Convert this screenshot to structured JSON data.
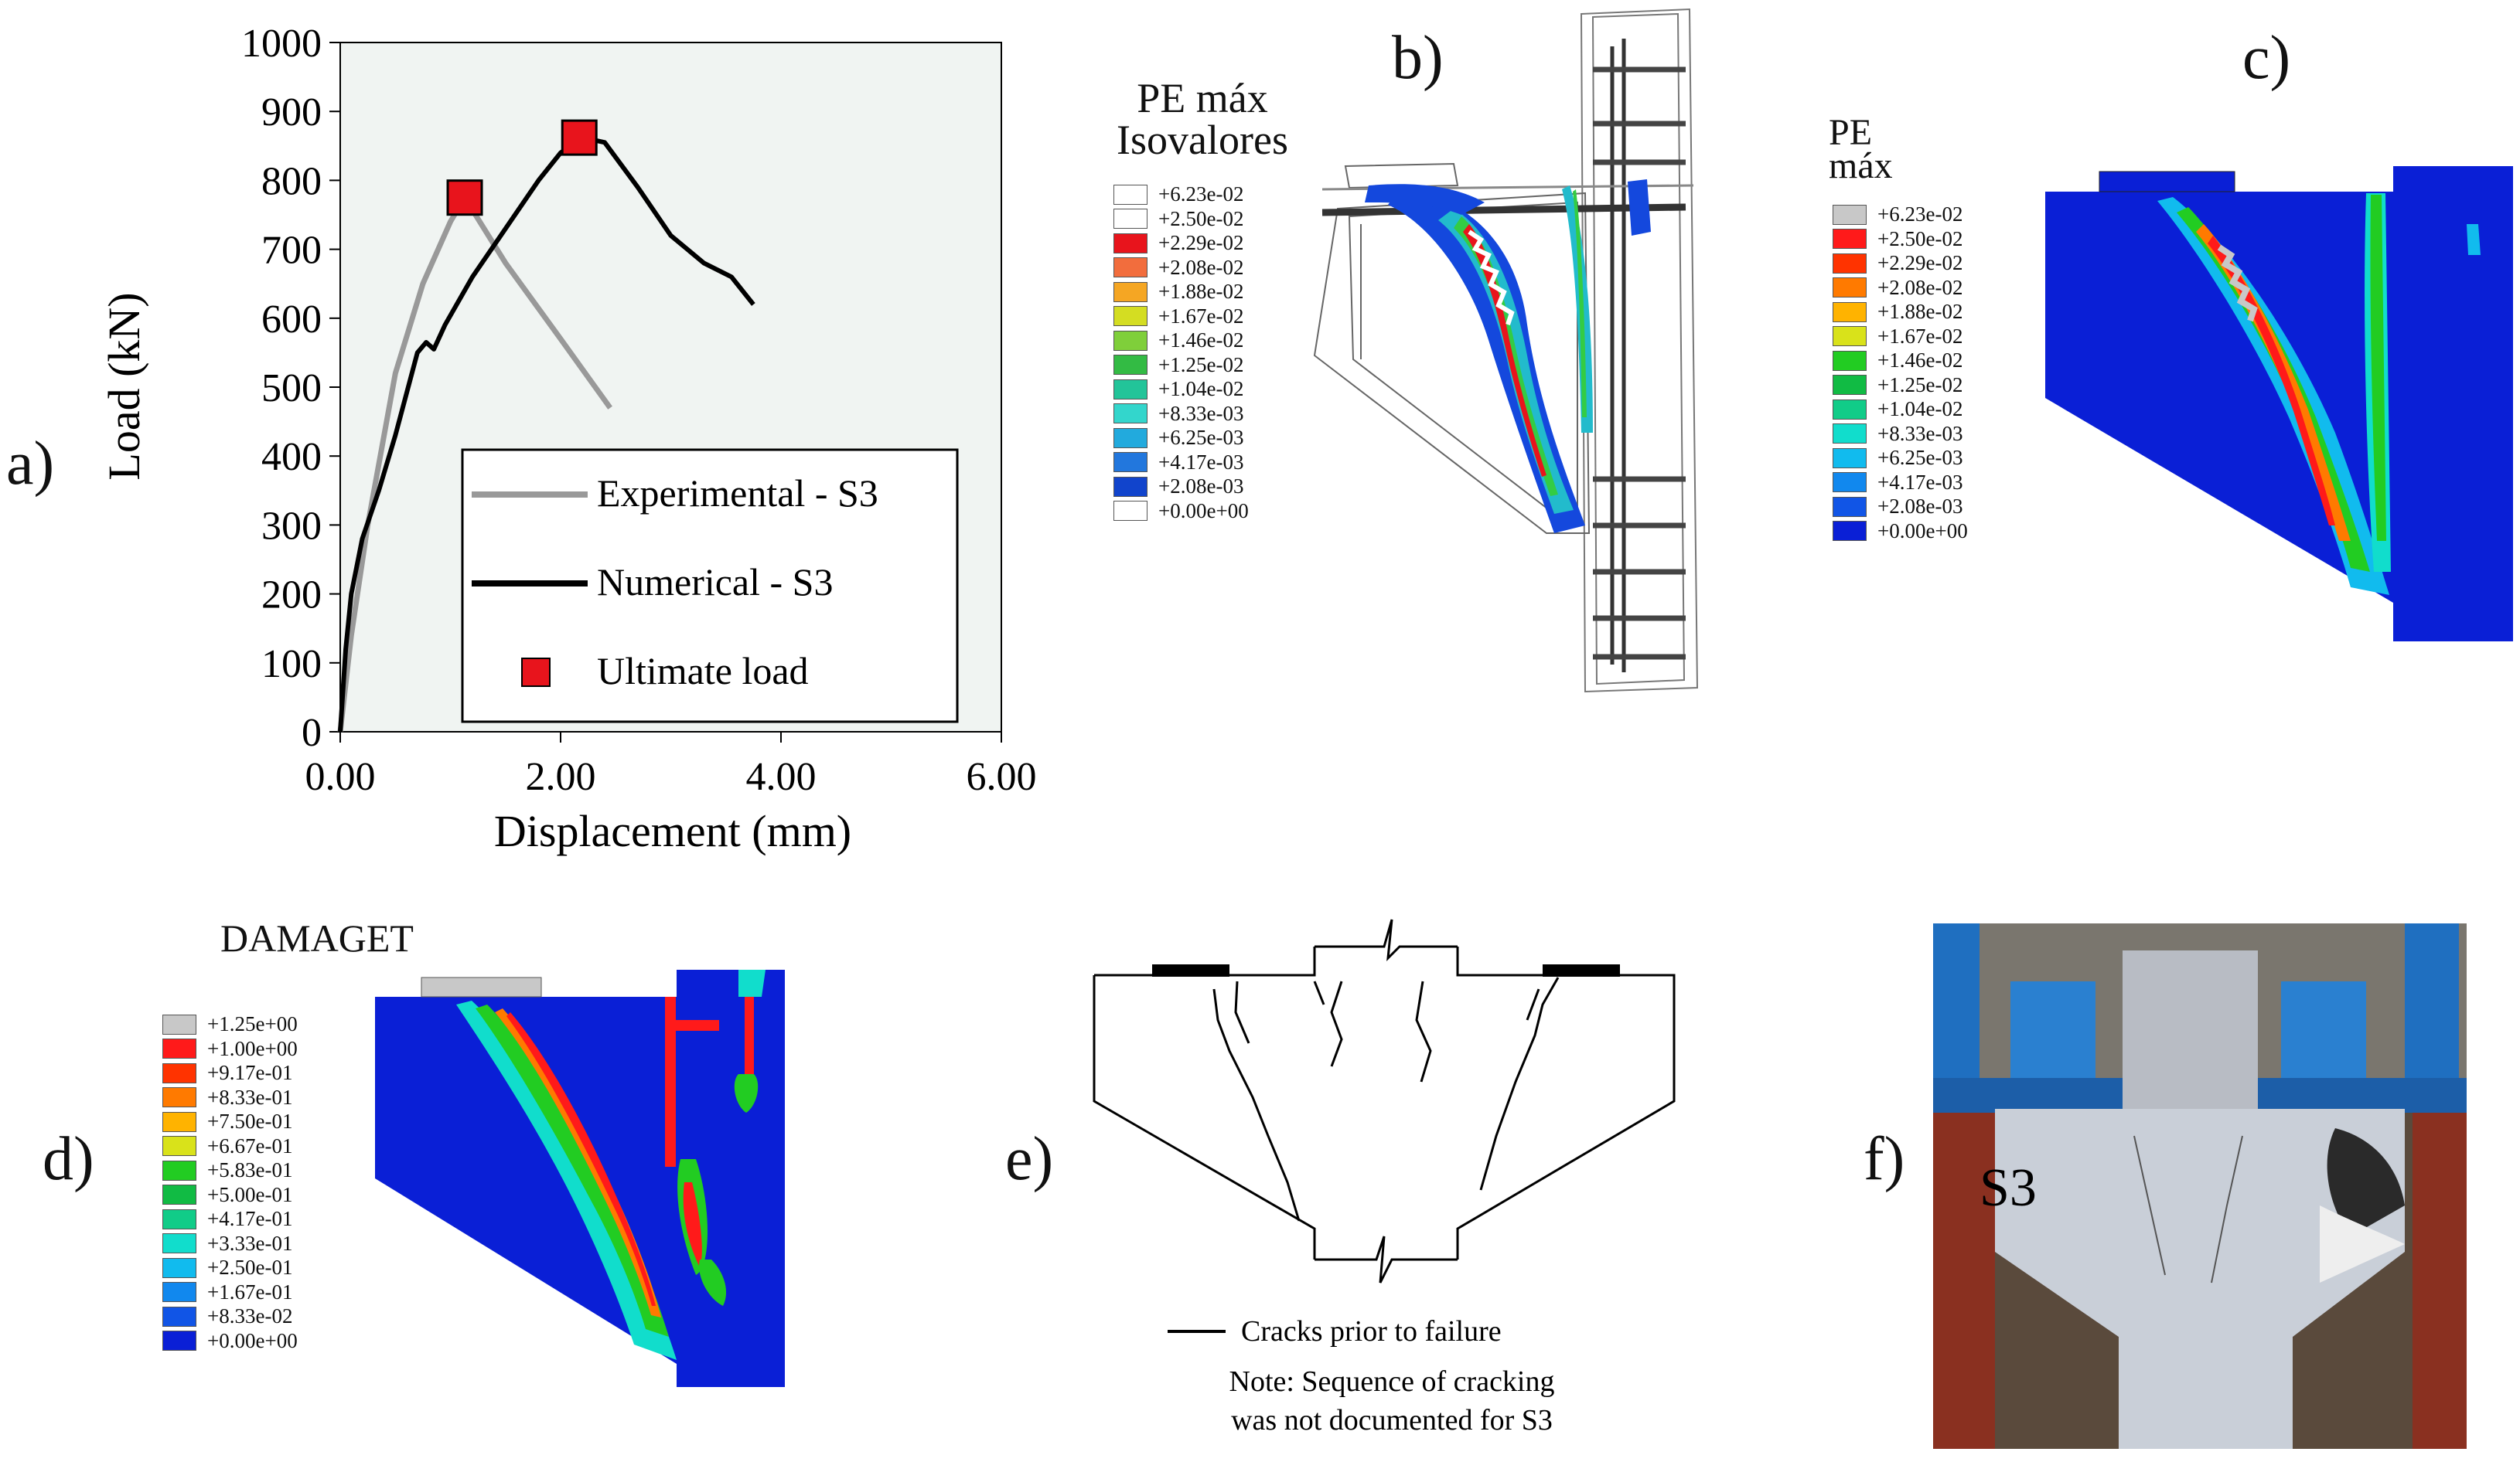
{
  "panel_labels": {
    "a": "a)",
    "b": "b)",
    "c": "c)",
    "d": "d)",
    "e": "e)",
    "f": "f)"
  },
  "chart_data": {
    "type": "line",
    "xlabel": "Displacement (mm)",
    "ylabel": "Load (kN)",
    "xlim": [
      0,
      6
    ],
    "ylim": [
      0,
      1000
    ],
    "x_ticks": [
      "0.00",
      "2.00",
      "4.00",
      "6.00"
    ],
    "y_ticks": [
      "0",
      "100",
      "200",
      "300",
      "400",
      "500",
      "600",
      "700",
      "800",
      "900",
      "1000"
    ],
    "legend_position": "lower-right",
    "series": [
      {
        "name": "Experimental - S3",
        "color": "#999999",
        "x": [
          0.0,
          0.1,
          0.25,
          0.5,
          0.75,
          1.0,
          1.13,
          1.5,
          2.0,
          2.45
        ],
        "y": [
          0,
          140,
          300,
          520,
          650,
          740,
          775,
          680,
          570,
          470
        ]
      },
      {
        "name": "Numerical - S3",
        "color": "#000000",
        "x": [
          0.0,
          0.05,
          0.1,
          0.2,
          0.35,
          0.5,
          0.7,
          0.78,
          0.85,
          0.95,
          1.2,
          1.5,
          1.8,
          2.0,
          2.2,
          2.4,
          2.7,
          3.0,
          3.3,
          3.55,
          3.75
        ],
        "y": [
          0,
          120,
          200,
          280,
          350,
          430,
          550,
          565,
          555,
          590,
          660,
          730,
          800,
          840,
          862,
          855,
          790,
          720,
          680,
          660,
          620
        ]
      }
    ],
    "markers": {
      "name": "Ultimate load",
      "color": "#e8141c",
      "points": [
        {
          "x": 1.13,
          "y": 775
        },
        {
          "x": 2.17,
          "y": 862
        }
      ]
    }
  },
  "pe_b": {
    "title_1": "PE máx",
    "title_2": "Isovalores",
    "entries": [
      {
        "label": "+6.23e-02",
        "color": "#ffffff"
      },
      {
        "label": "+2.50e-02",
        "color": "#ffffff"
      },
      {
        "label": "+2.29e-02",
        "color": "#e8141c"
      },
      {
        "label": "+2.08e-02",
        "color": "#f26d3d"
      },
      {
        "label": "+1.88e-02",
        "color": "#f5a623"
      },
      {
        "label": "+1.67e-02",
        "color": "#d4dd22"
      },
      {
        "label": "+1.46e-02",
        "color": "#7fcf3a"
      },
      {
        "label": "+1.25e-02",
        "color": "#33bb44"
      },
      {
        "label": "+1.04e-02",
        "color": "#22c499"
      },
      {
        "label": "+8.33e-03",
        "color": "#33d6cc"
      },
      {
        "label": "+6.25e-03",
        "color": "#22aadd"
      },
      {
        "label": "+4.17e-03",
        "color": "#2277dd"
      },
      {
        "label": "+2.08e-03",
        "color": "#1144cc"
      },
      {
        "label": "+0.00e+00",
        "color": "#ffffff"
      }
    ]
  },
  "pe_c": {
    "title_1": "PE",
    "title_2": "máx",
    "entries": [
      {
        "label": "+6.23e-02",
        "color": "#c8c8c8"
      },
      {
        "label": "+2.50e-02",
        "color": "#ff1a1a"
      },
      {
        "label": "+2.29e-02",
        "color": "#ff3300"
      },
      {
        "label": "+2.08e-02",
        "color": "#ff7a00"
      },
      {
        "label": "+1.88e-02",
        "color": "#ffb300"
      },
      {
        "label": "+1.67e-02",
        "color": "#d9e21a"
      },
      {
        "label": "+1.46e-02",
        "color": "#22cc22"
      },
      {
        "label": "+1.25e-02",
        "color": "#11bb44"
      },
      {
        "label": "+1.04e-02",
        "color": "#11cc88"
      },
      {
        "label": "+8.33e-03",
        "color": "#11ddcc"
      },
      {
        "label": "+6.25e-03",
        "color": "#11bbee"
      },
      {
        "label": "+4.17e-03",
        "color": "#1188ee"
      },
      {
        "label": "+2.08e-03",
        "color": "#1155e6"
      },
      {
        "label": "+0.00e+00",
        "color": "#0a1fd6"
      }
    ]
  },
  "damage_d": {
    "title": "DAMAGET",
    "entries": [
      {
        "label": "+1.25e+00",
        "color": "#c8c8c8"
      },
      {
        "label": "+1.00e+00",
        "color": "#ff1a1a"
      },
      {
        "label": "+9.17e-01",
        "color": "#ff3300"
      },
      {
        "label": "+8.33e-01",
        "color": "#ff7a00"
      },
      {
        "label": "+7.50e-01",
        "color": "#ffb300"
      },
      {
        "label": "+6.67e-01",
        "color": "#d9e21a"
      },
      {
        "label": "+5.83e-01",
        "color": "#22cc22"
      },
      {
        "label": "+5.00e-01",
        "color": "#11bb44"
      },
      {
        "label": "+4.17e-01",
        "color": "#11cc88"
      },
      {
        "label": "+3.33e-01",
        "color": "#11ddcc"
      },
      {
        "label": "+2.50e-01",
        "color": "#11bbee"
      },
      {
        "label": "+1.67e-01",
        "color": "#1188ee"
      },
      {
        "label": "+8.33e-02",
        "color": "#1155e6"
      },
      {
        "label": "+0.00e+00",
        "color": "#0a1fd6"
      }
    ]
  },
  "crack_e": {
    "legend": "Cracks prior to failure",
    "note_1": "Note: Sequence of cracking",
    "note_2": "was not documented for S3"
  },
  "photo_f": {
    "label": "S3"
  }
}
